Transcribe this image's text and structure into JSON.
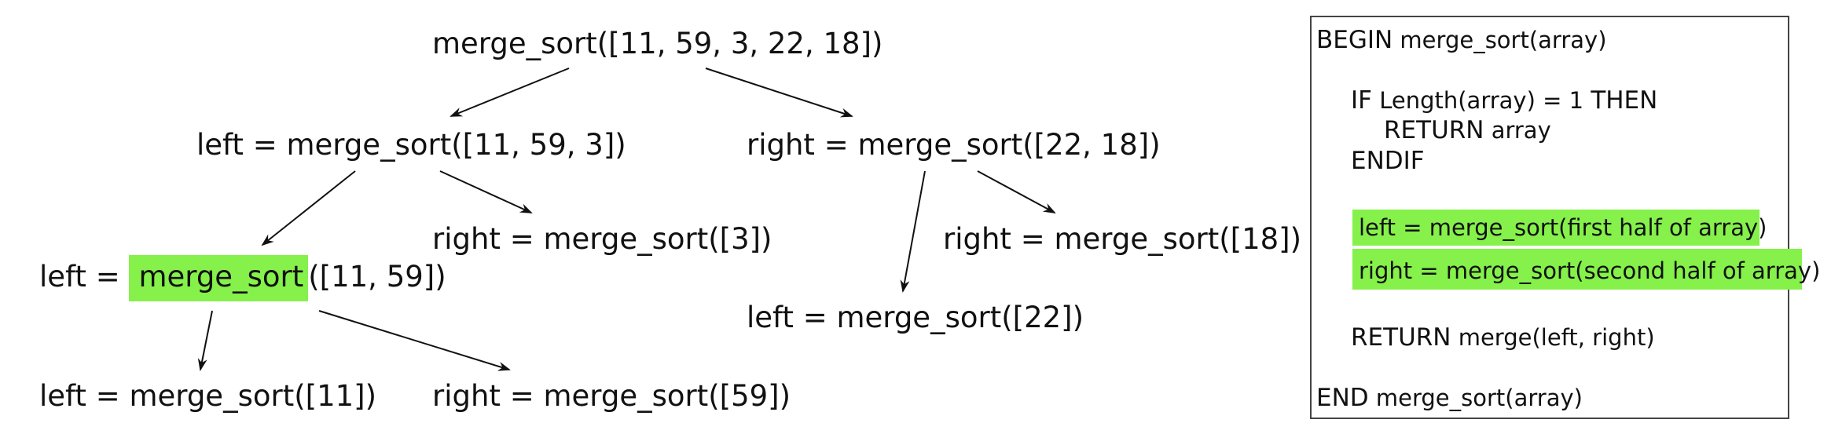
{
  "tree": {
    "root": "merge_sort([11, 59, 3, 22, 18])",
    "l1_left": "left = merge_sort([11, 59, 3])",
    "l1_right": "right = merge_sort([22, 18])",
    "l2_left_prefix": "left = ",
    "l2_left_func": "merge_sort",
    "l2_left_args": "([11, 59])",
    "l2_mid_right": "right = merge_sort([3])",
    "l2_r_right": "right = merge_sort([18])",
    "l2_r_left": "left = merge_sort([22])",
    "l3_left": "left = merge_sort([11])",
    "l3_right": "right = merge_sort([59])"
  },
  "pseudocode": {
    "begin_kw": "BEGIN",
    "begin_rest": " merge_sort(array)",
    "if_kw": "IF",
    "if_rest": " Length(array) = 1 ",
    "then_kw": "THEN",
    "return_kw": "RETURN",
    "return_rest": " array",
    "endif": "ENDIF",
    "left_line": "left = merge_sort(first half of array)",
    "right_line": "right = merge_sort(second half of array)",
    "return2_kw": "RETURN",
    "return2_rest": " merge(left, right)",
    "end_kw": "END",
    "end_rest": " merge_sort(array)"
  },
  "colors": {
    "highlight": "#85f14a",
    "arrow": "#111111",
    "border": "#444444"
  }
}
